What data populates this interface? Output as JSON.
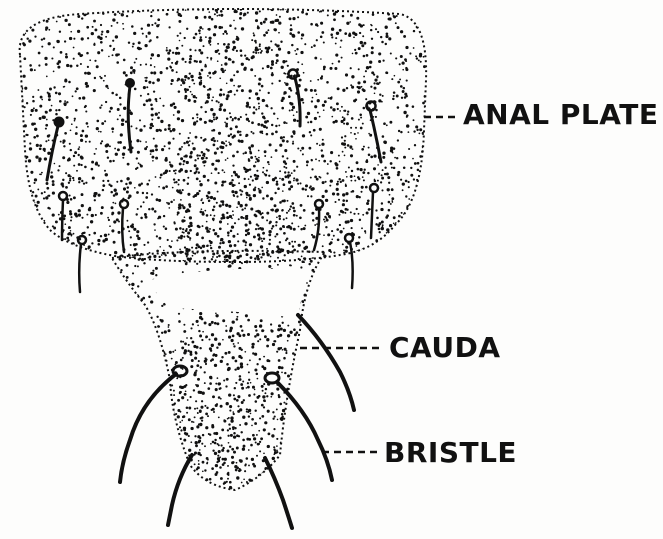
{
  "labels": {
    "anal_plate": "ANAL PLATE",
    "cauda": "CAUDA",
    "bristle": "BRISTLE"
  },
  "colors": {
    "ink": "#111111",
    "paper": "#fdfdfc"
  }
}
